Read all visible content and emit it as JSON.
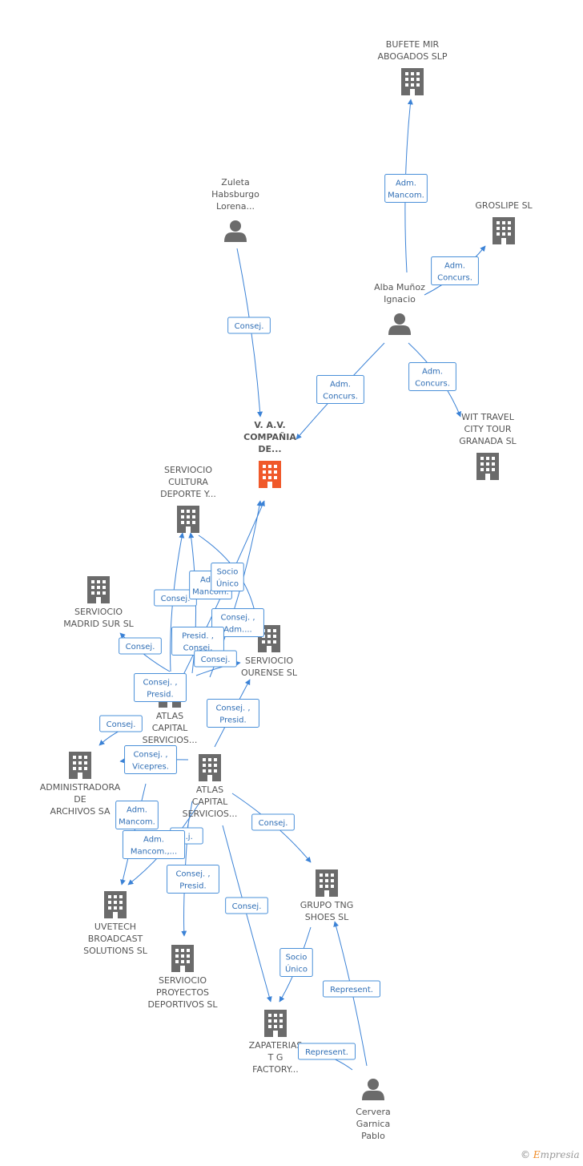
{
  "colors": {
    "edge": "#3b82d6",
    "company": "#6b6b6b",
    "focus": "#f0592a",
    "person": "#6b6b6b"
  },
  "nodes": [
    {
      "id": "bufete",
      "type": "company",
      "label": [
        "BUFETE MIR",
        "ABOGADOS SLP"
      ]
    },
    {
      "id": "zuleta",
      "type": "person",
      "label": [
        "Zuleta",
        "Habsburgo",
        "Lorena..."
      ]
    },
    {
      "id": "groslipe",
      "type": "company",
      "label": [
        "GROSLIPE SL"
      ]
    },
    {
      "id": "alba",
      "type": "person",
      "label": [
        "Alba Muñoz",
        "Ignacio"
      ]
    },
    {
      "id": "vav",
      "type": "focus",
      "label": [
        "V. A.V.",
        "COMPAÑIA",
        "DE..."
      ]
    },
    {
      "id": "witravel",
      "type": "company",
      "label": [
        "WIT TRAVEL",
        "CITY TOUR",
        "GRANADA SL"
      ]
    },
    {
      "id": "cultura",
      "type": "company",
      "label": [
        "SERVIOCIO",
        "CULTURA",
        "DEPORTE Y..."
      ]
    },
    {
      "id": "madrid",
      "type": "company",
      "label": [
        "SERVIOCIO",
        "MADRID SUR SL"
      ]
    },
    {
      "id": "ourense",
      "type": "company",
      "label": [
        "SERVIOCIO",
        "OURENSE SL"
      ]
    },
    {
      "id": "atlas1",
      "type": "company",
      "label": [
        "ATLAS",
        "CAPITAL",
        "SERVICIOS..."
      ]
    },
    {
      "id": "atlas2",
      "type": "company",
      "label": [
        "ATLAS",
        "CAPITAL",
        "SERVICIOS..."
      ]
    },
    {
      "id": "admin",
      "type": "company",
      "label": [
        "ADMINISTRADORA",
        "DE",
        "ARCHIVOS SA"
      ]
    },
    {
      "id": "grupo",
      "type": "company",
      "label": [
        "GRUPO TNG",
        "SHOES SL"
      ]
    },
    {
      "id": "uvetech",
      "type": "company",
      "label": [
        "UVETECH",
        "BROADCAST",
        "SOLUTIONS SL"
      ]
    },
    {
      "id": "proyectos",
      "type": "company",
      "label": [
        "SERVIOCIO",
        "PROYECTOS",
        "DEPORTIVOS SL"
      ]
    },
    {
      "id": "zapaterias",
      "type": "company",
      "label": [
        "ZAPATERIAS",
        "T G",
        "FACTORY..."
      ]
    },
    {
      "id": "cervera",
      "type": "person",
      "label": [
        "Cervera",
        "Garnica",
        "Pablo"
      ]
    }
  ],
  "edges": [
    {
      "label": [
        "Adm.",
        "Mancom."
      ]
    },
    {
      "label": [
        "Adm.",
        "Concurs."
      ]
    },
    {
      "label": [
        "Consej."
      ]
    },
    {
      "label": [
        "Adm.",
        "Concurs."
      ]
    },
    {
      "label": [
        "Adm.",
        "Concurs."
      ]
    },
    {
      "label": [
        "Consej."
      ]
    },
    {
      "label": [
        "Adm.",
        "Mancom."
      ]
    },
    {
      "label": [
        "Socio",
        "Único"
      ]
    },
    {
      "label": [
        "Consej. ,",
        "Adm...."
      ]
    },
    {
      "label": [
        "Consej."
      ]
    },
    {
      "label": [
        "Presid. ,",
        "Consej."
      ]
    },
    {
      "label": [
        "Consej."
      ]
    },
    {
      "label": [
        "Consej. ,",
        "Presid."
      ]
    },
    {
      "label": [
        "Consej. ,",
        "Presid."
      ]
    },
    {
      "label": [
        "Consej."
      ]
    },
    {
      "label": [
        "Consej. ,",
        "Vicepres."
      ]
    },
    {
      "label": [
        "Consej."
      ]
    },
    {
      "label": [
        "Adm.",
        "Mancom."
      ]
    },
    {
      "label": [
        "...j."
      ]
    },
    {
      "label": [
        "Adm.",
        "Mancom.,..."
      ]
    },
    {
      "label": [
        "Consej. ,",
        "Presid."
      ]
    },
    {
      "label": [
        "Consej."
      ]
    },
    {
      "label": [
        "Socio",
        "Único"
      ]
    },
    {
      "label": [
        "Represent."
      ]
    },
    {
      "label": [
        "Represent."
      ]
    }
  ],
  "footer": {
    "copyright": "©",
    "brand_initial": "E",
    "brand_rest": "mpresia"
  }
}
